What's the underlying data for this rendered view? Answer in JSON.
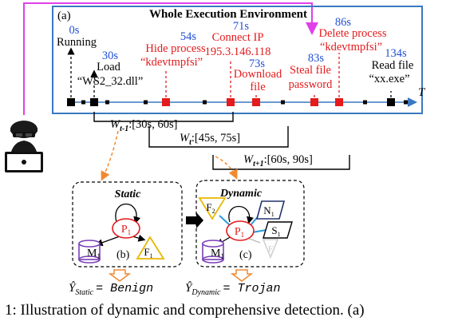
{
  "env": {
    "panel_label": "(a)",
    "title": "Whole Execution Environment",
    "axis_label": "T"
  },
  "events": {
    "e0": {
      "time": "0s",
      "lines": [
        "Running"
      ],
      "color": "#000000"
    },
    "e30": {
      "time": "30s",
      "lines": [
        "Load",
        "“WS2_32.dll”"
      ],
      "color": "#000000"
    },
    "e54": {
      "time": "54s",
      "lines": [
        "Hide process",
        "“kdevtmpfsi”"
      ],
      "color": "#e41a1c"
    },
    "e71": {
      "time": "71s",
      "lines": [
        "Connect IP",
        "195.3.146.118"
      ],
      "color": "#e41a1c"
    },
    "e73": {
      "time": "73s",
      "lines": [
        "Download",
        "file"
      ],
      "color": "#e41a1c"
    },
    "e83": {
      "time": "83s",
      "lines": [
        "Steal file",
        "password"
      ],
      "color": "#e41a1c"
    },
    "e86": {
      "time": "86s",
      "lines": [
        "Delete process",
        "“kdevtmpfsi”"
      ],
      "color": "#e41a1c"
    },
    "e134": {
      "time": "134s",
      "lines": [
        "Read file",
        "“xx.exe”"
      ],
      "color": "#000000"
    }
  },
  "windows": {
    "w1": {
      "sym": "W",
      "sub": "t-1",
      "range": ":[30s, 60s]"
    },
    "w2": {
      "sym": "W",
      "sub": "t",
      "range": ":[45s, 75s]"
    },
    "w3": {
      "sym": "W",
      "sub": "t+1",
      "range": ":[60s, 90s]"
    }
  },
  "static_graph": {
    "title": "Static",
    "panel_label": "(b)",
    "nodes": {
      "process": "P",
      "process_sub": "1",
      "memory": "M",
      "memory_sub": "1",
      "file": "F",
      "file_sub": "1"
    }
  },
  "dynamic_graph": {
    "title": "Dynamic",
    "panel_label": "(c)",
    "nodes": {
      "process": "P",
      "process_sub": "1",
      "memory": "M",
      "memory_sub": "1",
      "file2": "F",
      "file2_sub": "2",
      "net": "N",
      "net_sub": "1",
      "sock": "S",
      "sock_sub": "1",
      "faded_file": "F"
    }
  },
  "results": {
    "static_hat": "Ŷ",
    "static_sub": "Static",
    "static_value": "= Benign",
    "dynamic_hat": "Ŷ",
    "dynamic_sub": "Dynamic",
    "dynamic_value": "= Trojan"
  },
  "caption": "1: Illustration of dynamic and comprehensive detection. (a)",
  "colors": {
    "env_border": "#3a78c2",
    "red": "#e41a1c",
    "blue_time": "#1f4fd6",
    "magenta": "#e040e8",
    "orange": "#f08a30",
    "yellow": "#e8b800",
    "purple": "#7a3fb8",
    "teal_edge": "#2a9bd8"
  }
}
